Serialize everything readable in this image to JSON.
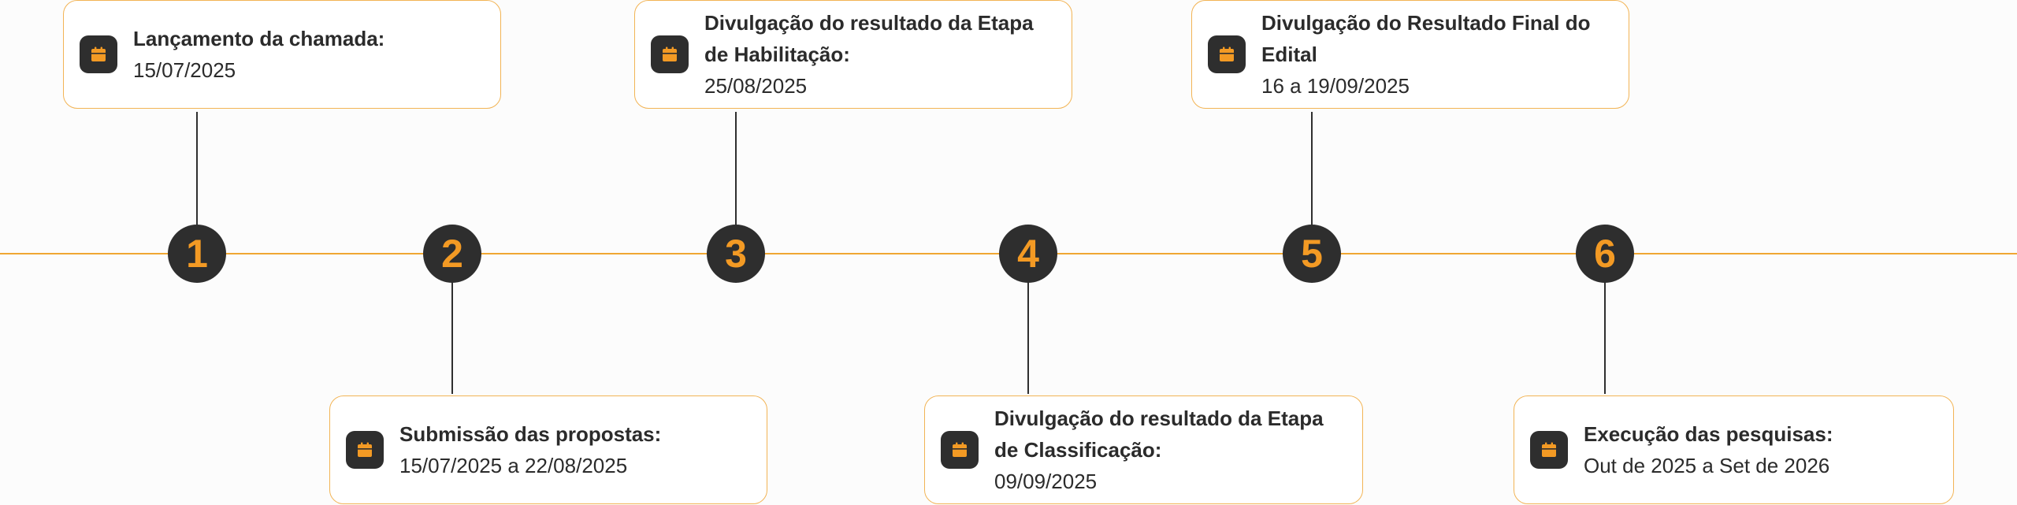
{
  "colors": {
    "accent": "#f39a24",
    "dark": "#2e2e2e",
    "card_border": "#f2b455",
    "axis": "#f0a733"
  },
  "timeline": {
    "steps": [
      {
        "number": "1",
        "title": "Lançamento da chamada:",
        "date": "15/07/2025",
        "icon": "calendar-icon"
      },
      {
        "number": "2",
        "title": "Submissão das propostas:",
        "date": "15/07/2025 a 22/08/2025",
        "icon": "calendar-icon"
      },
      {
        "number": "3",
        "title": "Divulgação do resultado da Etapa de Habilitação:",
        "date": "25/08/2025",
        "icon": "calendar-icon"
      },
      {
        "number": "4",
        "title": "Divulgação do resultado da Etapa de Classificação:",
        "date": "09/09/2025",
        "icon": "calendar-icon"
      },
      {
        "number": "5",
        "title": "Divulgação do Resultado Final do Edital",
        "date": "16 a 19/09/2025",
        "icon": "calendar-icon"
      },
      {
        "number": "6",
        "title": "Execução das pesquisas:",
        "date": "Out de 2025 a Set de 2026",
        "icon": "calendar-icon"
      }
    ]
  }
}
